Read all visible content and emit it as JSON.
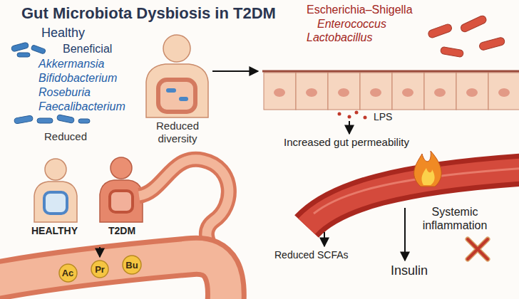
{
  "diagram": {
    "title": "Gut Microbiota Dysbiosis in T2DM",
    "nodes": [
      {
        "text": [
          "Ac"
        ]
      },
      {
        "text": [
          "Pr"
        ]
      },
      {
        "text": [
          "Bu"
        ]
      }
    ],
    "labels": [
      "Healthy",
      "Beneficial",
      "Akkermansia",
      "Bifidobacterium",
      "Roseburia",
      "Faecalibacterium",
      "Reduced",
      "Reduced diversity",
      "Escherichia–Shigella",
      "Enterococcus",
      "Lactobacillus",
      "LPS",
      "Increased gut permeability",
      "HEALTHY",
      "T2DM",
      "Systemic inflammation",
      "Reduced SCFAs",
      "Insulin"
    ]
  }
}
